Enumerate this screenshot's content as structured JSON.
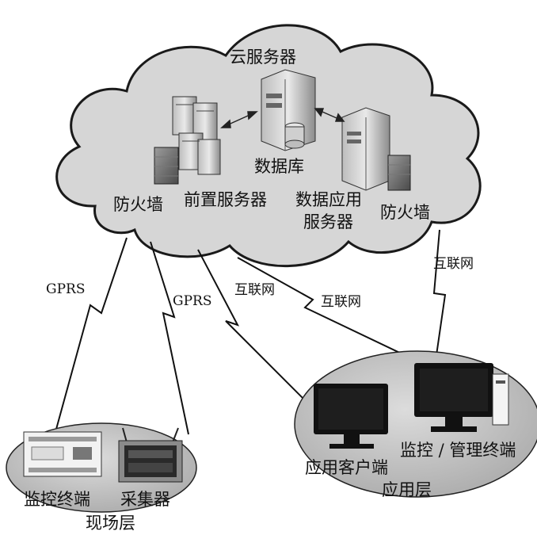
{
  "cloud": {
    "title": "云服务器",
    "database_label": "数据库",
    "front_server_label": "前置服务器",
    "firewall_left_label": "防火墙",
    "data_app_server_label_line1": "数据应用",
    "data_app_server_label_line2": "服务器",
    "firewall_right_label": "防火墙"
  },
  "links": {
    "gprs_left": "GPRS",
    "gprs_right": "GPRS",
    "internet_a": "互联网",
    "internet_b": "互联网",
    "internet_c": "互联网"
  },
  "field_layer": {
    "monitor_terminal_label": "监控终端",
    "collector_label": "采集器",
    "layer_label": "现场层"
  },
  "application_layer": {
    "client_label": "应用客户端",
    "manage_terminal_label": "监控 / 管理终端",
    "layer_label": "应用层"
  },
  "colors": {
    "cloud_fill": "#d6d6d6",
    "cloud_stroke": "#1a1a1a",
    "ellipse_fill": "#bcbcbc",
    "server_fill": "#9a9a9a",
    "monitor_fill": "#111111"
  }
}
